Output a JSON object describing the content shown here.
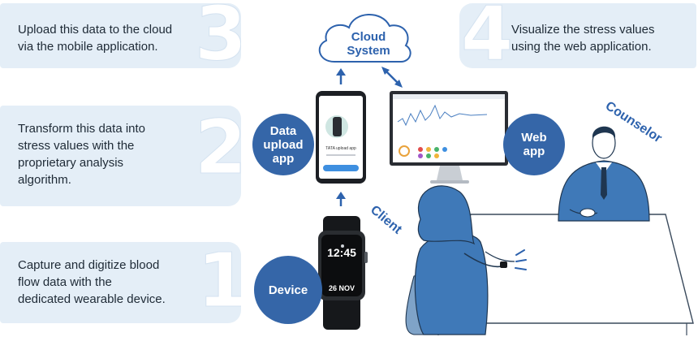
{
  "steps": [
    {
      "number": "3",
      "text": "Upload this data to the cloud\nvia the mobile application."
    },
    {
      "number": "2",
      "text": "Transform this data into\nstress values with the\nproprietary analysis\nalgorithm."
    },
    {
      "number": "1",
      "text": "Capture and digitize blood\nflow data with the\ndedicated wearable device."
    },
    {
      "number": "4",
      "text": "Visualize the stress values\nusing the web application."
    }
  ],
  "nodes": {
    "cloud": "Cloud\nSystem",
    "data_upload_app": "Data\nupload\napp",
    "web_app": "Web\napp",
    "device": "Device"
  },
  "people": {
    "client": "Client",
    "counselor": "Counselor"
  },
  "watch": {
    "time": "12:45",
    "date": "26 NOV"
  },
  "phone": {
    "app_name": "TATA upload app"
  },
  "colors": {
    "accent": "#3566a8",
    "panel": "#e4eef7",
    "person": "#3f79b8"
  }
}
